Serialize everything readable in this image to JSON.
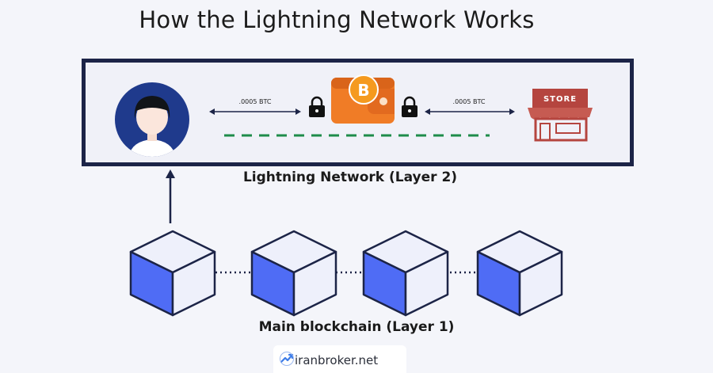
{
  "title": "How the Lightning Network Works",
  "layer2": {
    "label": "Lightning Network (Layer 2)",
    "amount_left": ".0005 BTC",
    "amount_right": ".0005 BTC",
    "store_sign": "STORE",
    "coin_symbol": "B"
  },
  "layer1": {
    "label": "Main blockchain (Layer 1)",
    "block_count": 4
  },
  "footer": {
    "site": "iranbroker.net"
  },
  "colors": {
    "navy": "#1c2447",
    "avatar_circle": "#1f3a8c",
    "wallet_orange": "#f07c26",
    "coin_orange": "#f59a1f",
    "store_red": "#b5453f",
    "dash_green": "#1e8c4a",
    "cube_blue": "#4f6cf5",
    "cube_face": "#eef0fb"
  },
  "icons": [
    "user-avatar-icon",
    "lock-icon",
    "bitcoin-wallet-icon",
    "store-icon",
    "arrow-up-icon",
    "block-cube-icon"
  ]
}
